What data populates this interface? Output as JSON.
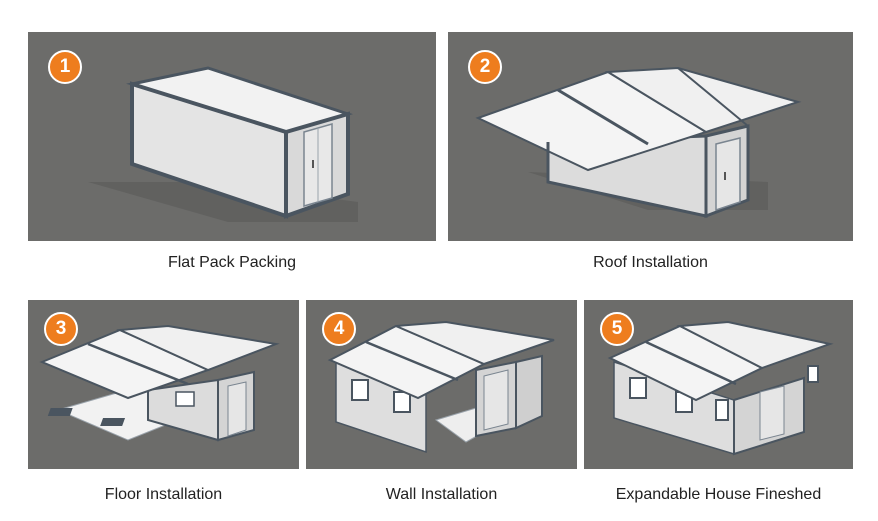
{
  "accent_color": "#ee7d1e",
  "steps": [
    {
      "number": "1",
      "caption": "Flat Pack Packing"
    },
    {
      "number": "2",
      "caption": "Roof Installation"
    },
    {
      "number": "3",
      "caption": "Floor Installation"
    },
    {
      "number": "4",
      "caption": "Wall Installation"
    },
    {
      "number": "5",
      "caption": "Expandable House Fineshed"
    }
  ]
}
